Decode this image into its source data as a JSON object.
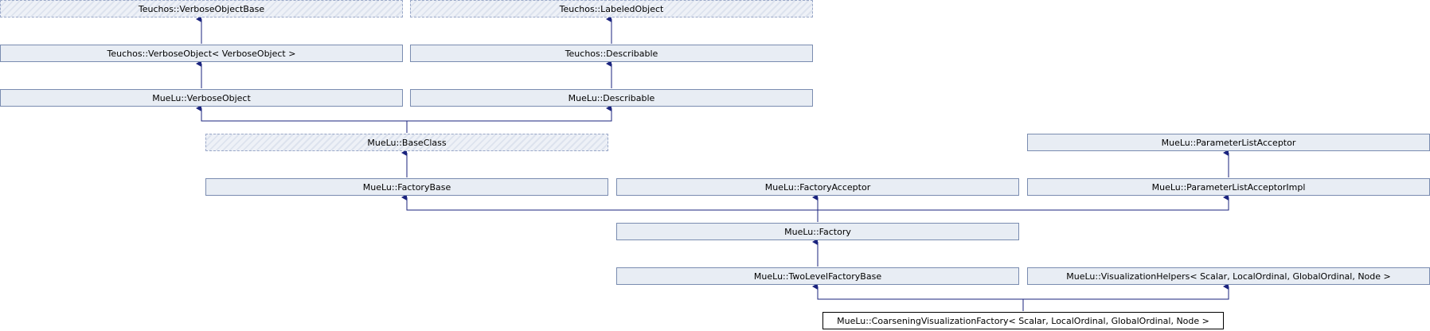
{
  "diagram": {
    "nodes": {
      "verbose_object_base": "Teuchos::VerboseObjectBase",
      "labeled_object": "Teuchos::LabeledObject",
      "verbose_object_template": "Teuchos::VerboseObject< VerboseObject >",
      "teuchos_describable": "Teuchos::Describable",
      "muelu_verbose_object": "MueLu::VerboseObject",
      "muelu_describable": "MueLu::Describable",
      "base_class": "MueLu::BaseClass",
      "parameter_list_acceptor": "MueLu::ParameterListAcceptor",
      "factory_base": "MueLu::FactoryBase",
      "factory_acceptor": "MueLu::FactoryAcceptor",
      "parameter_list_acceptor_impl": "MueLu::ParameterListAcceptorImpl",
      "factory": "MueLu::Factory",
      "two_level_factory_base": "MueLu::TwoLevelFactoryBase",
      "visualization_helpers": "MueLu::VisualizationHelpers< Scalar, LocalOrdinal, GlobalOrdinal, Node >",
      "coarsening_visualization_factory": "MueLu::CoarseningVisualizationFactory< Scalar, LocalOrdinal, GlobalOrdinal, Node >"
    },
    "colors": {
      "node_fill": "#e8edf4",
      "node_border": "#7a8cb0",
      "edge": "#1a237e",
      "current_border": "#000000"
    }
  }
}
